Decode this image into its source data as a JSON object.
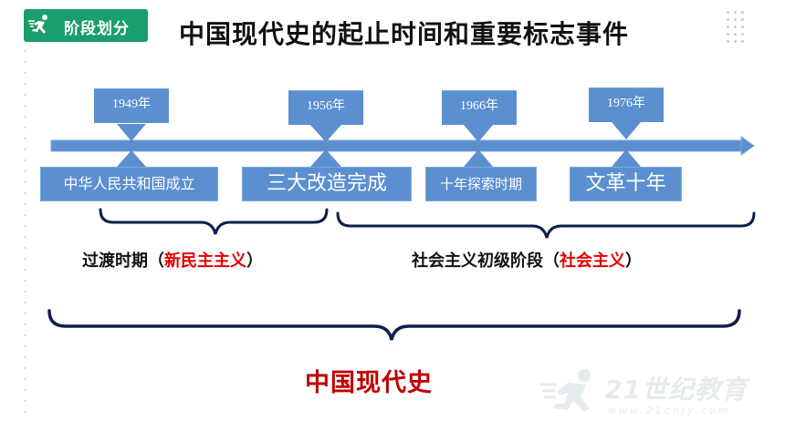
{
  "section_badge": {
    "label": "阶段划分",
    "icon": "runner-icon"
  },
  "title": "中国现代史的起止时间和重要标志事件",
  "timeline": {
    "years": [
      "1949年",
      "1956年",
      "1966年",
      "1976年"
    ],
    "events": [
      "中华人民共和国成立",
      "三大改造完成",
      "十年探索时期",
      "文革十年"
    ]
  },
  "periods": [
    {
      "prefix": "过渡时期（",
      "highlight": "新民主主义",
      "suffix": "）"
    },
    {
      "prefix": "社会主义初级阶段（",
      "highlight": "社会主义",
      "suffix": "）"
    }
  ],
  "era": "中国现代史",
  "watermark": {
    "brand": "21世纪教育",
    "url": "www.21cnjy.com"
  },
  "colors": {
    "badge": "#1a9e6b",
    "box": "#5b8fd0",
    "arrow": "#5b8fd0",
    "highlight": "#e00000",
    "era": "#c00000"
  }
}
